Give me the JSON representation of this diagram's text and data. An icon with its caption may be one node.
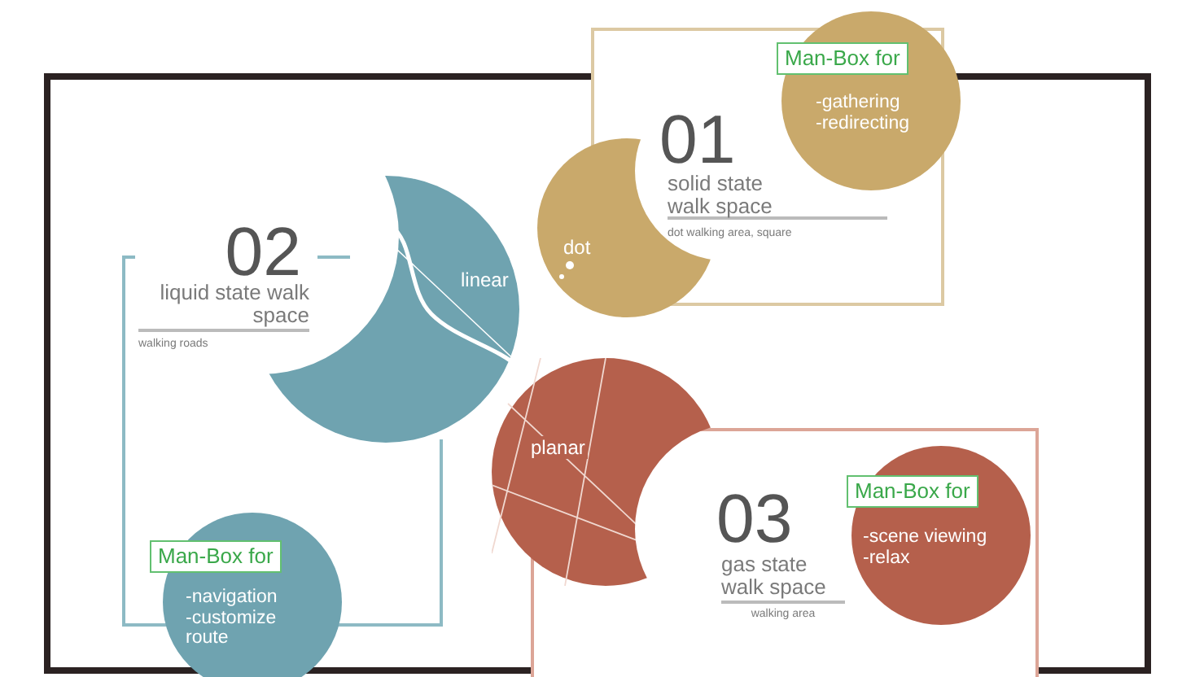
{
  "diagram": {
    "nodes": [
      {
        "text": [
          "01",
          "solid state walk space",
          "dot walking area, square"
        ]
      },
      {
        "text": [
          "dot"
        ]
      },
      {
        "text": [
          "Man-Box for",
          "-gathering -redirecting"
        ]
      },
      {
        "text": [
          "02",
          "liquid state walk space",
          "walking roads"
        ]
      },
      {
        "text": [
          "linear"
        ]
      },
      {
        "text": [
          "Man-Box for",
          "-navigation -customize route"
        ]
      },
      {
        "text": [
          "03",
          "gas state walk space",
          "walking area"
        ]
      },
      {
        "text": [
          "planar"
        ]
      },
      {
        "text": [
          "Man-Box for",
          "-scene viewing -relax"
        ],
        "in": 6
      }
    ]
  }
}
